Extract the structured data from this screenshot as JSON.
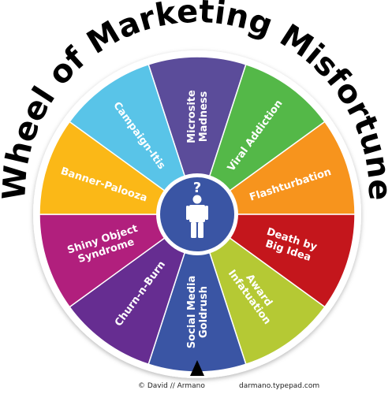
{
  "title": "Wheel of Marketing Misfortune",
  "center": {
    "question_mark": "?",
    "icon": "person-icon"
  },
  "segments": [
    {
      "lines": [
        "Microsite",
        "Madness"
      ],
      "color": "#5b4c9a"
    },
    {
      "lines": [
        "Viral Addiction"
      ],
      "color": "#54b848"
    },
    {
      "lines": [
        "Flashturbation"
      ],
      "color": "#f7941d"
    },
    {
      "lines": [
        "Death by",
        "Big Idea"
      ],
      "color": "#c4161c"
    },
    {
      "lines": [
        "Award",
        "Infatuation"
      ],
      "color": "#b5c934"
    },
    {
      "lines": [
        "Social Media",
        "Goldrush"
      ],
      "color": "#3a55a4"
    },
    {
      "lines": [
        "Churn-n-Burn"
      ],
      "color": "#662d91"
    },
    {
      "lines": [
        "Shiny Object",
        "Syndrome"
      ],
      "color": "#b11f7d"
    },
    {
      "lines": [
        "Banner-Palooza"
      ],
      "color": "#fbb817"
    },
    {
      "lines": [
        "Campaign-Itis"
      ],
      "color": "#59c4e8"
    }
  ],
  "pointer": "pointer-icon",
  "credit": {
    "author": "© David // Armano",
    "url": "darmano.typepad.com"
  },
  "colors": {
    "rim": "#ffffff",
    "hub": "#3a55a4",
    "hub_ring": "#ffffff",
    "title": "#000000",
    "pointer": "#000000",
    "label": "#ffffff"
  }
}
